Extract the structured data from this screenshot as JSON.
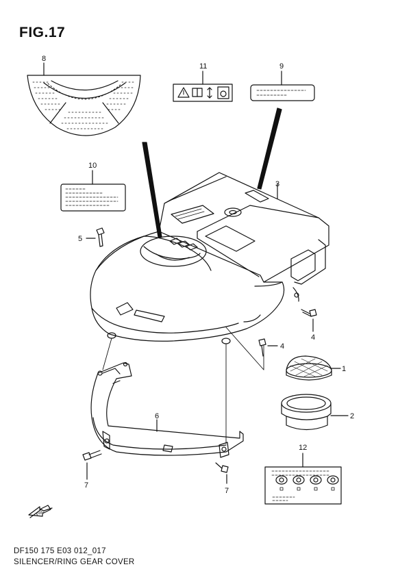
{
  "figure": {
    "title": "FIG.17"
  },
  "footer": {
    "code": "DF150 175 E03 012_017",
    "caption": "SILENCER/RING GEAR COVER"
  },
  "callouts": {
    "p1": "1",
    "p2": "2",
    "p3": "3",
    "p4a": "4",
    "p4b": "4",
    "p5": "5",
    "p6": "6",
    "p7a": "7",
    "p7b": "7",
    "p8": "8",
    "p9": "9",
    "p10": "10",
    "p11": "11",
    "p12": "12"
  },
  "direction_arrow": {
    "label": "FWD"
  },
  "icons": [
    "warning-triangle-icon",
    "manual-book-icon",
    "up-down-arrow-icon",
    "rotation-icon"
  ]
}
